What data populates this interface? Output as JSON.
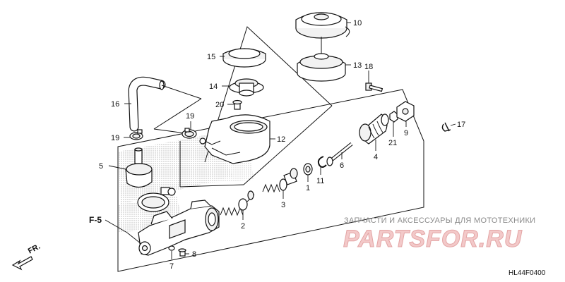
{
  "labels": {
    "p1": "1",
    "p2": "2",
    "p3": "3",
    "p4": "4",
    "p5": "5",
    "p6": "6",
    "p7": "7",
    "p8": "8",
    "p9": "9",
    "p10": "10",
    "p11": "11",
    "p12": "12",
    "p13": "13",
    "p14": "14",
    "p15": "15",
    "p16": "16",
    "p17": "17",
    "p18": "18",
    "p19a": "19",
    "p19b": "19",
    "p20": "20",
    "p21": "21"
  },
  "section_ref": "F-5",
  "direction": "FR.",
  "watermark": {
    "tagline": "ЗАПЧАСТИ И АКСЕССУАРЫ ДЛЯ МОТОТЕХНИКИ",
    "brand": "PARTSFOR.RU"
  },
  "diagram_code": "HL44F0400"
}
